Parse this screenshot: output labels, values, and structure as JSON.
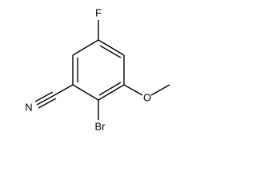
{
  "molecule": {
    "atoms": {
      "fluorine": "F",
      "nitrogen": "N",
      "bromine": "Br",
      "oxygen": "O"
    },
    "colors": {
      "bond": "#000000",
      "label": "#000000",
      "background": "#ffffff"
    }
  }
}
